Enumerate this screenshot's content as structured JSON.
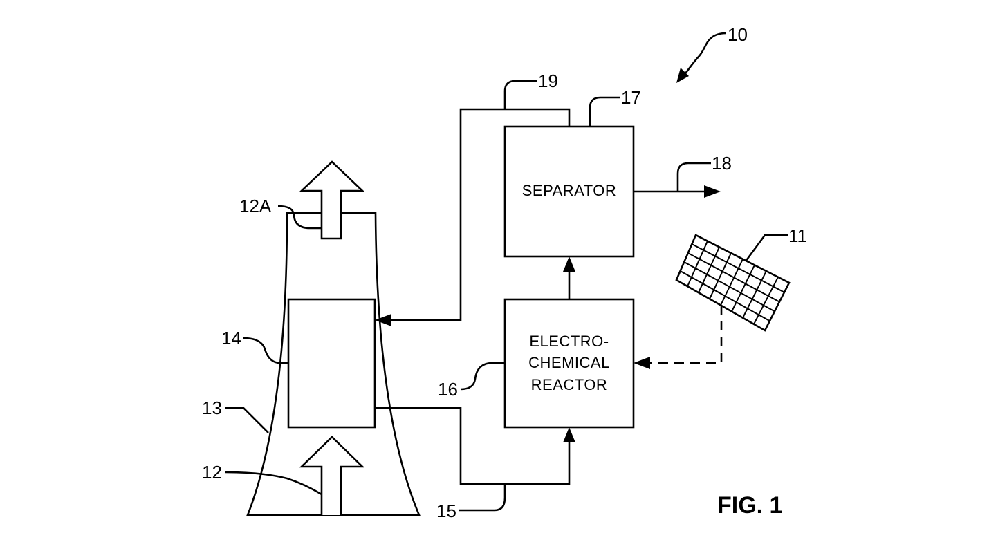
{
  "figure": {
    "label": "FIG. 1"
  },
  "components": {
    "separator": {
      "label": "SEPARATOR"
    },
    "reactor": {
      "lines": [
        "ELECTRO-",
        "CHEMICAL",
        "REACTOR"
      ]
    }
  },
  "reference_numerals": {
    "system": "10",
    "solar_panel": "11",
    "air_in": "12",
    "air_out": "12A",
    "tower": "13",
    "capture_unit": "14",
    "feed_line": "15",
    "reactor": "16",
    "separator": "17",
    "product_out": "18",
    "recycle_line": "19"
  },
  "colors": {
    "line": "#000000",
    "background": "#ffffff"
  }
}
